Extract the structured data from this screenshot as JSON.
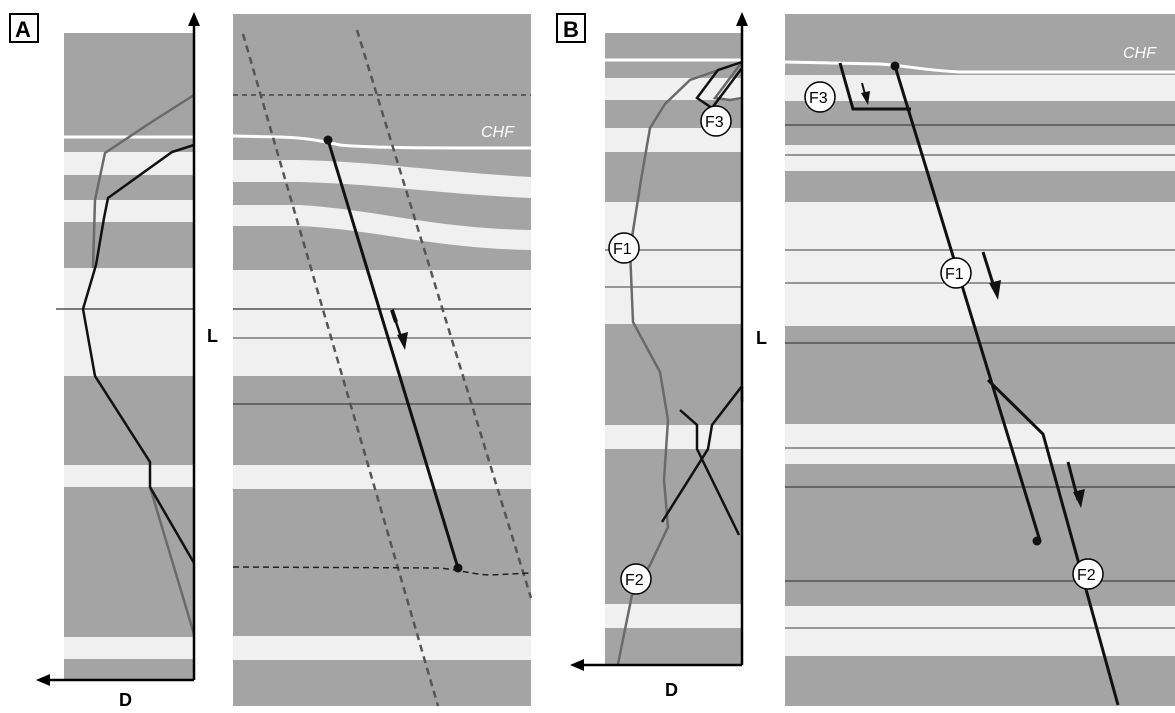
{
  "panels": {
    "a": {
      "label": "A"
    },
    "b": {
      "label": "B"
    }
  },
  "axes": {
    "a": {
      "vertical_label": "L",
      "horizontal_label": "D"
    },
    "b": {
      "vertical_label": "L",
      "horizontal_label": "D"
    }
  },
  "horizon_labels": {
    "a_section": "CHF",
    "b_section": "CHF"
  },
  "fault_labels": {
    "b_profile_f1": "F1",
    "b_profile_f2": "F2",
    "b_profile_f3": "F3",
    "b_section_f1": "F1",
    "b_section_f2": "F2",
    "b_section_f3": "F3"
  },
  "colors": {
    "dark_layer": "#a4a4a4",
    "light_layer": "#f0f0f0",
    "horizon": "#ffffff",
    "fault": "#111111",
    "profile_gray": "#6a6a6a"
  }
}
